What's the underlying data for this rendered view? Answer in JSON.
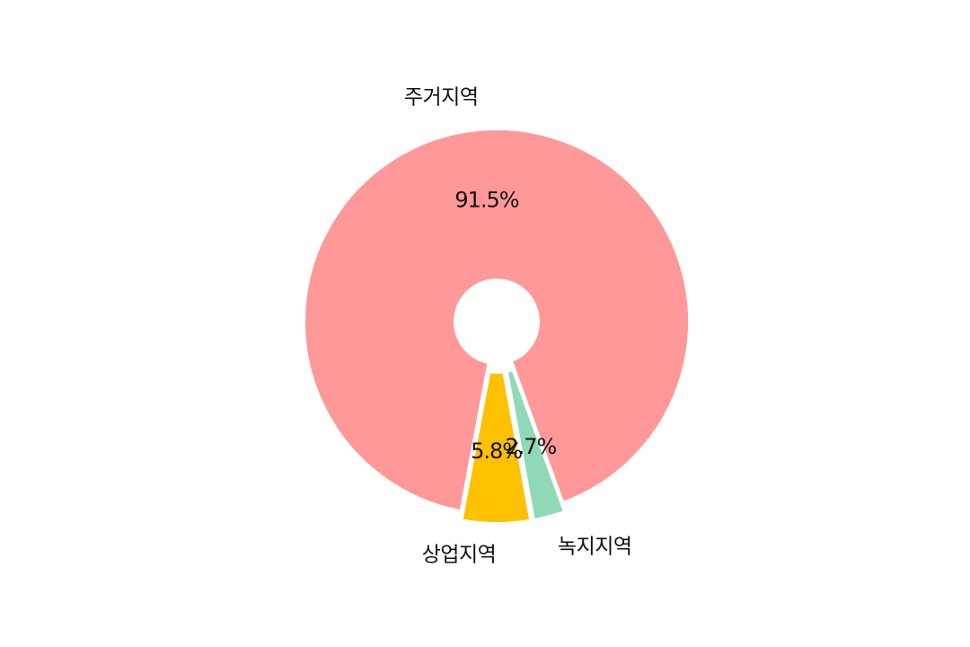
{
  "chart_data": {
    "type": "pie",
    "donut": true,
    "legend": "none",
    "slices": [
      {
        "label": "주거지역",
        "value": 91.5,
        "pct_label": "91.5%",
        "color": "#FF9999",
        "exploded": false
      },
      {
        "label": "상업지역",
        "value": 5.8,
        "pct_label": "5.8%",
        "color": "#FFC000",
        "exploded": true
      },
      {
        "label": "녹지지역",
        "value": 2.7,
        "pct_label": "2.7%",
        "color": "#8FD9B6",
        "exploded": true
      }
    ]
  }
}
